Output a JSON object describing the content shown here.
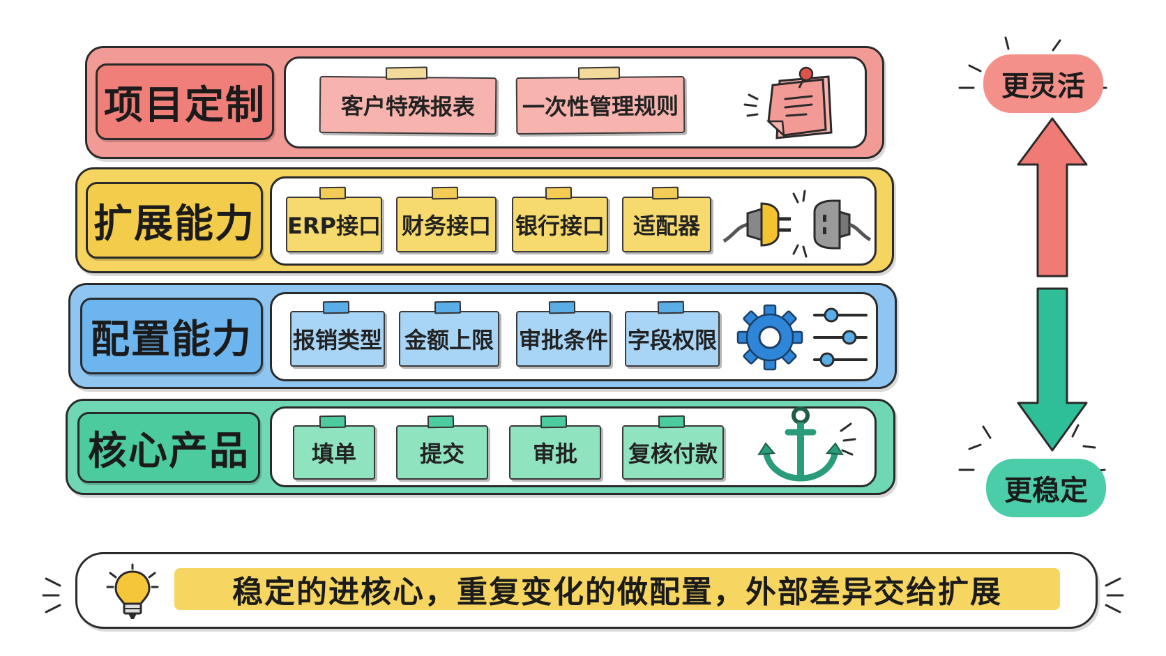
{
  "layers": [
    {
      "title": "项目定制",
      "cards": [
        "客户特殊报表",
        "一次性管理规则"
      ],
      "icon": "sticky-note-icon",
      "colors": {
        "bg": "#f29a95",
        "title_bg": "#f07f7a",
        "card": "#f7b3ad",
        "tape": "#f3d99a"
      }
    },
    {
      "title": "扩展能力",
      "cards": [
        "ERP接口",
        "财务接口",
        "银行接口",
        "适配器"
      ],
      "icon": "plug-icon",
      "colors": {
        "bg": "#f5d460",
        "title_bg": "#f4cc4b",
        "card": "#f6da6e",
        "tape": "#f2cc55"
      }
    },
    {
      "title": "配置能力",
      "cards": [
        "报销类型",
        "金额上限",
        "审批条件",
        "字段权限"
      ],
      "icon": "gear-sliders-icon",
      "colors": {
        "bg": "#8fc6f1",
        "title_bg": "#6cb5ee",
        "card": "#a8d4f5",
        "tape": "#5aaee8"
      }
    },
    {
      "title": "核心产品",
      "cards": [
        "填单",
        "提交",
        "审批",
        "复核付款"
      ],
      "icon": "anchor-icon",
      "colors": {
        "bg": "#6fd7b3",
        "title_bg": "#4ccb9f",
        "card": "#8fe3bf",
        "tape": "#4ccb9f"
      }
    }
  ],
  "side": {
    "top_label": "更灵活",
    "bottom_label": "更稳定",
    "colors": {
      "top": "#f4908a",
      "bottom": "#4ccdaa",
      "up_arrow": "#f07a74",
      "down_arrow": "#2fbf98"
    }
  },
  "tip": {
    "text": "稳定的进核心，重复变化的做配置，外部差异交给扩展",
    "icon": "lightbulb-icon",
    "colors": {
      "highlight": "#f6d660",
      "bulb": "#f5c53a"
    }
  }
}
